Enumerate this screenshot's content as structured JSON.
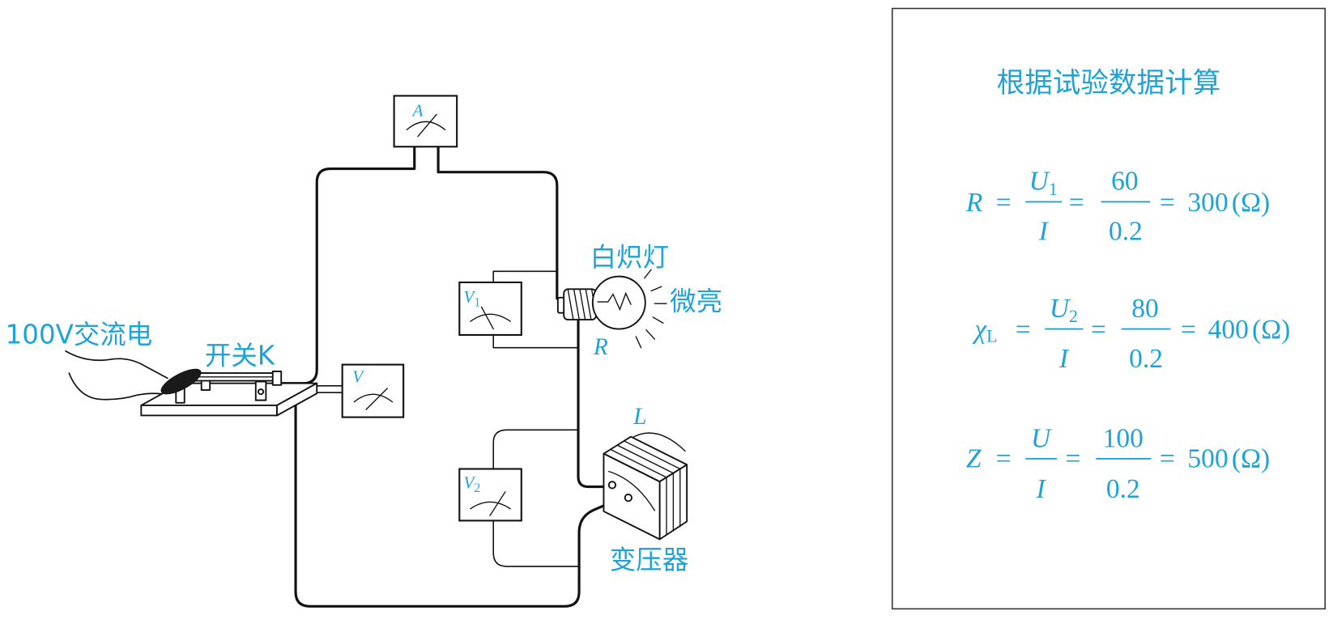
{
  "colors": {
    "label_text": "#1fa3d7",
    "line": "#111111",
    "panel_border": "#333333"
  },
  "circuit": {
    "source_label": "100V交流电",
    "switch_label": "开关K",
    "lamp_label": "白炽灯",
    "lamp_state_label": "微亮",
    "lamp_symbol": "R",
    "transformer_symbol": "L",
    "transformer_label": "变压器",
    "meters": {
      "ammeter": {
        "symbol": "A"
      },
      "voltmeter": {
        "symbol": "V"
      },
      "voltmeter_1": {
        "symbol": "V",
        "sub": "1"
      },
      "voltmeter_2": {
        "symbol": "V",
        "sub": "2"
      }
    }
  },
  "calculation": {
    "title": "根据试验数据计算",
    "equals_sign": "=",
    "formulas": [
      {
        "lhs": "R",
        "num_symbol": "U",
        "num_sub": "1",
        "den_symbol": "I",
        "num_value": "60",
        "den_value": "0.2",
        "result": "300",
        "unit": "(Ω)"
      },
      {
        "lhs": "χ",
        "lhs_sub": "L",
        "num_symbol": "U",
        "num_sub": "2",
        "den_symbol": "I",
        "num_value": "80",
        "den_value": "0.2",
        "result": "400",
        "unit": "(Ω)"
      },
      {
        "lhs": "Z",
        "num_symbol": "U",
        "den_symbol": "I",
        "num_value": "100",
        "den_value": "0.2",
        "result": "500",
        "unit": "(Ω)"
      }
    ]
  }
}
